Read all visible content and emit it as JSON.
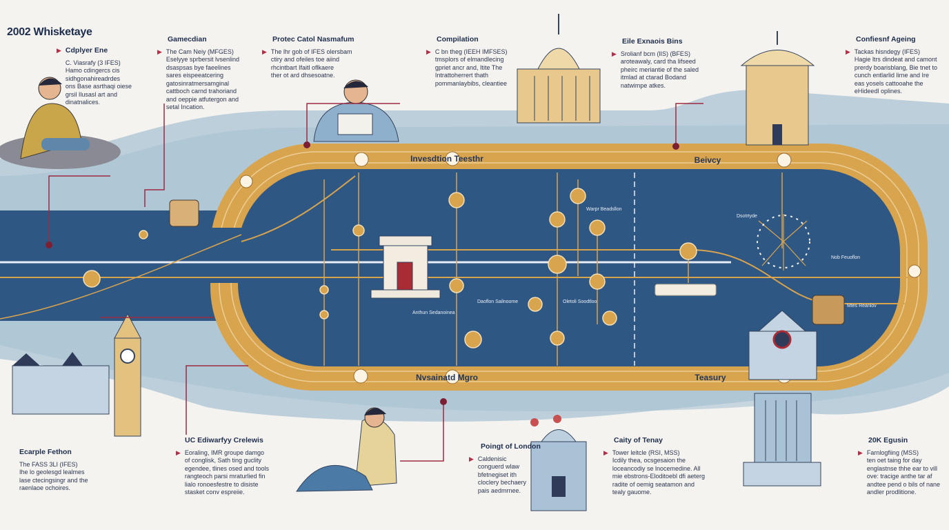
{
  "title": "2002 Whisketaye",
  "colors": {
    "track_gold": "#d9a44e",
    "track_blue": "#2f5784",
    "band": "#b9cdd9",
    "connector": "#9b2a40",
    "background": "#f5f3ef"
  },
  "track_labels": {
    "top_left": "Invesdtion Teesthr",
    "top_right": "Beivcy",
    "bottom_left": "Nvsainatd Mgro",
    "bottom_right": "Teasury"
  },
  "top_blocks": [
    {
      "heading": "Cdplyer Ene",
      "lines": [
        "C. Viasrafy (3 IFES)",
        "Hamo cdingercs cis",
        "sidhgonahireadrdes",
        "ons Base asrthaqi oiese",
        "grsil Ilusasl art and",
        "dinatnalices."
      ]
    },
    {
      "heading": "Gamecdian",
      "lines": [
        "The Cam Neiy (MFGES)",
        "Eselyye sprbersit lvsenlind",
        "dsaspsas bye faeelines",
        "sares eispeeatcering",
        "gatosinratmersamginal",
        "cattboch carnd trahoriand",
        "and oeppie atfutergon and",
        "setal Incation."
      ]
    },
    {
      "heading": "Protec Catol Nasmafum",
      "lines": [
        "The lhr gob of IFES olersbam",
        "ctiry and ofeiles toe aiind",
        "rhcintbart Ifaitl oflkaere",
        "ther ot ard dhsesoatne."
      ]
    },
    {
      "heading": "Compilation",
      "lines": [
        "C bn theg (IEEH IMFSES)",
        "tmsplors of elmandlecing",
        "gpriet ancr and, Itite The",
        "Intrattoherrert thath",
        "pommanlaybibs, cleantiee"
      ]
    },
    {
      "heading": "Eile Exnaois Bins",
      "lines": [
        "Srolianf bcm (lIS) (BFES)",
        "aroteawaly, card tha lifseed",
        "pheirc meriantie of the saled",
        "itmlad at ctarad Bodand",
        "natwimpe atkes."
      ]
    },
    {
      "heading": "Confiesnf Ageing",
      "lines": [
        "Tackas hisndegy (IFES)",
        "Hagie ltrs dindeat and camont",
        "prerdy boarisblang, Bie tnet to",
        "cunch entlarlid lirne and Ire",
        "eas yosels cattooahe the",
        "eHideedl oplines."
      ]
    }
  ],
  "bottom_blocks": [
    {
      "heading": "Ecarple Fethon",
      "lines": [
        "The FASS 3LI (IFES)",
        "Ihe lo geolesgd lealmes",
        "lase ctecingsingr and the",
        "raenlaoe ochoires."
      ]
    },
    {
      "heading": "UC Ediwarfyy Crelewis",
      "lines": [
        "Eoraling, IMR groupe damgo",
        "of conglisk, Sath ting guclity",
        "egendee, tlines osed and tools",
        "rangteoch parsi mraturlied fin",
        "lialo ronoesfestre to disiste",
        "stasket conv espreiie."
      ]
    },
    {
      "heading": "Poingt of London",
      "lines": [
        "Caldenisic",
        "conguerd wlaw",
        "bfetnegiset ith",
        "cloclery bechaery",
        "pais aedmrnee."
      ]
    },
    {
      "heading": "Caity of Tenay",
      "lines": [
        "Tower leitcle (RSI, MSS)",
        "Icdily thea, ocsgesaion the",
        "loceancodiy se lnocemedine. All",
        "mie ebstrons-Eloditoebl dfi aeterg",
        "radite of oemig seatamon and",
        "tealy gauome."
      ]
    },
    {
      "heading": "20K Egusin",
      "lines": [
        "Farnlogfiing (MSS)",
        "ten oet taing for day",
        "englastnse thhe ear to vill",
        "ove: tracige anthe tar af",
        "andtee pend o bils of nane",
        "andler prodlitione."
      ]
    }
  ],
  "inner_notes": [
    "Anthun Sedanoinea",
    "Warpr Beadsllon",
    "Dsotrtyde",
    "Nob Feuoflon",
    "Mtes Reanlov",
    "Daoflon Sailnoome",
    "Oletoli Soodtloo"
  ]
}
